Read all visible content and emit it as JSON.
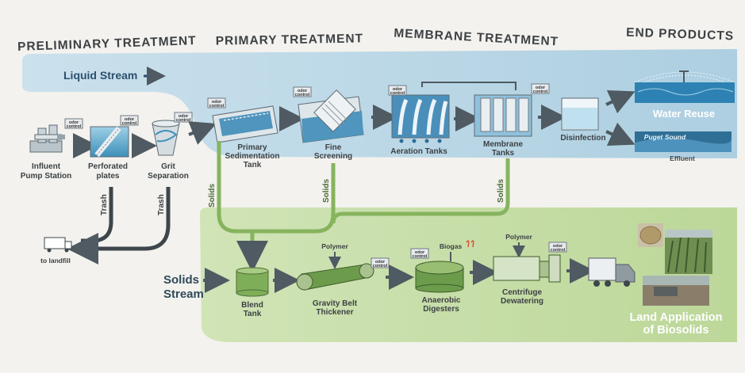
{
  "stages": {
    "preliminary": "PRELIMINARY TREATMENT",
    "primary": "PRIMARY TREATMENT",
    "membrane": "MEMBRANE TREATMENT",
    "end": "END PRODUCTS"
  },
  "streams": {
    "liquid": "Liquid Stream",
    "solids_line1": "Solids",
    "solids_line2": "Stream"
  },
  "units": {
    "influent_line1": "Influent",
    "influent_line2": "Pump Station",
    "perforated_line1": "Perforated",
    "perforated_line2": "plates",
    "grit_line1": "Grit",
    "grit_line2": "Separation",
    "primary_sed_line1": "Primary",
    "primary_sed_line2": "Sedimentation",
    "primary_sed_line3": "Tank",
    "fine_line1": "Fine",
    "fine_line2": "Screening",
    "aeration": "Aeration Tanks",
    "membrane_line1": "Membrane",
    "membrane_line2": "Tanks",
    "disinfection": "Disinfection",
    "water_reuse": "Water Reuse",
    "puget_sound": "Puget Sound",
    "effluent": "Effluent",
    "blend_line1": "Blend",
    "blend_line2": "Tank",
    "gbt_line1": "Gravity Belt",
    "gbt_line2": "Thickener",
    "anaerobic_line1": "Anaerobic",
    "anaerobic_line2": "Digesters",
    "centrifuge_line1": "Centrifuge",
    "centrifuge_line2": "Dewatering",
    "land_line1": "Land Application",
    "land_line2": "of Biosolids",
    "landfill": "to landfill"
  },
  "flow_labels": {
    "trash": "Trash",
    "solids": "Solids",
    "polymer": "Polymer",
    "biogas": "Biogas"
  },
  "odor": {
    "line1": "odor",
    "line2": "control"
  },
  "colors": {
    "liquid_band": "#bcd8e6",
    "solids_band": "#c5dca6",
    "arrow": "#58626a",
    "solids_pipe": "#86b45e"
  }
}
